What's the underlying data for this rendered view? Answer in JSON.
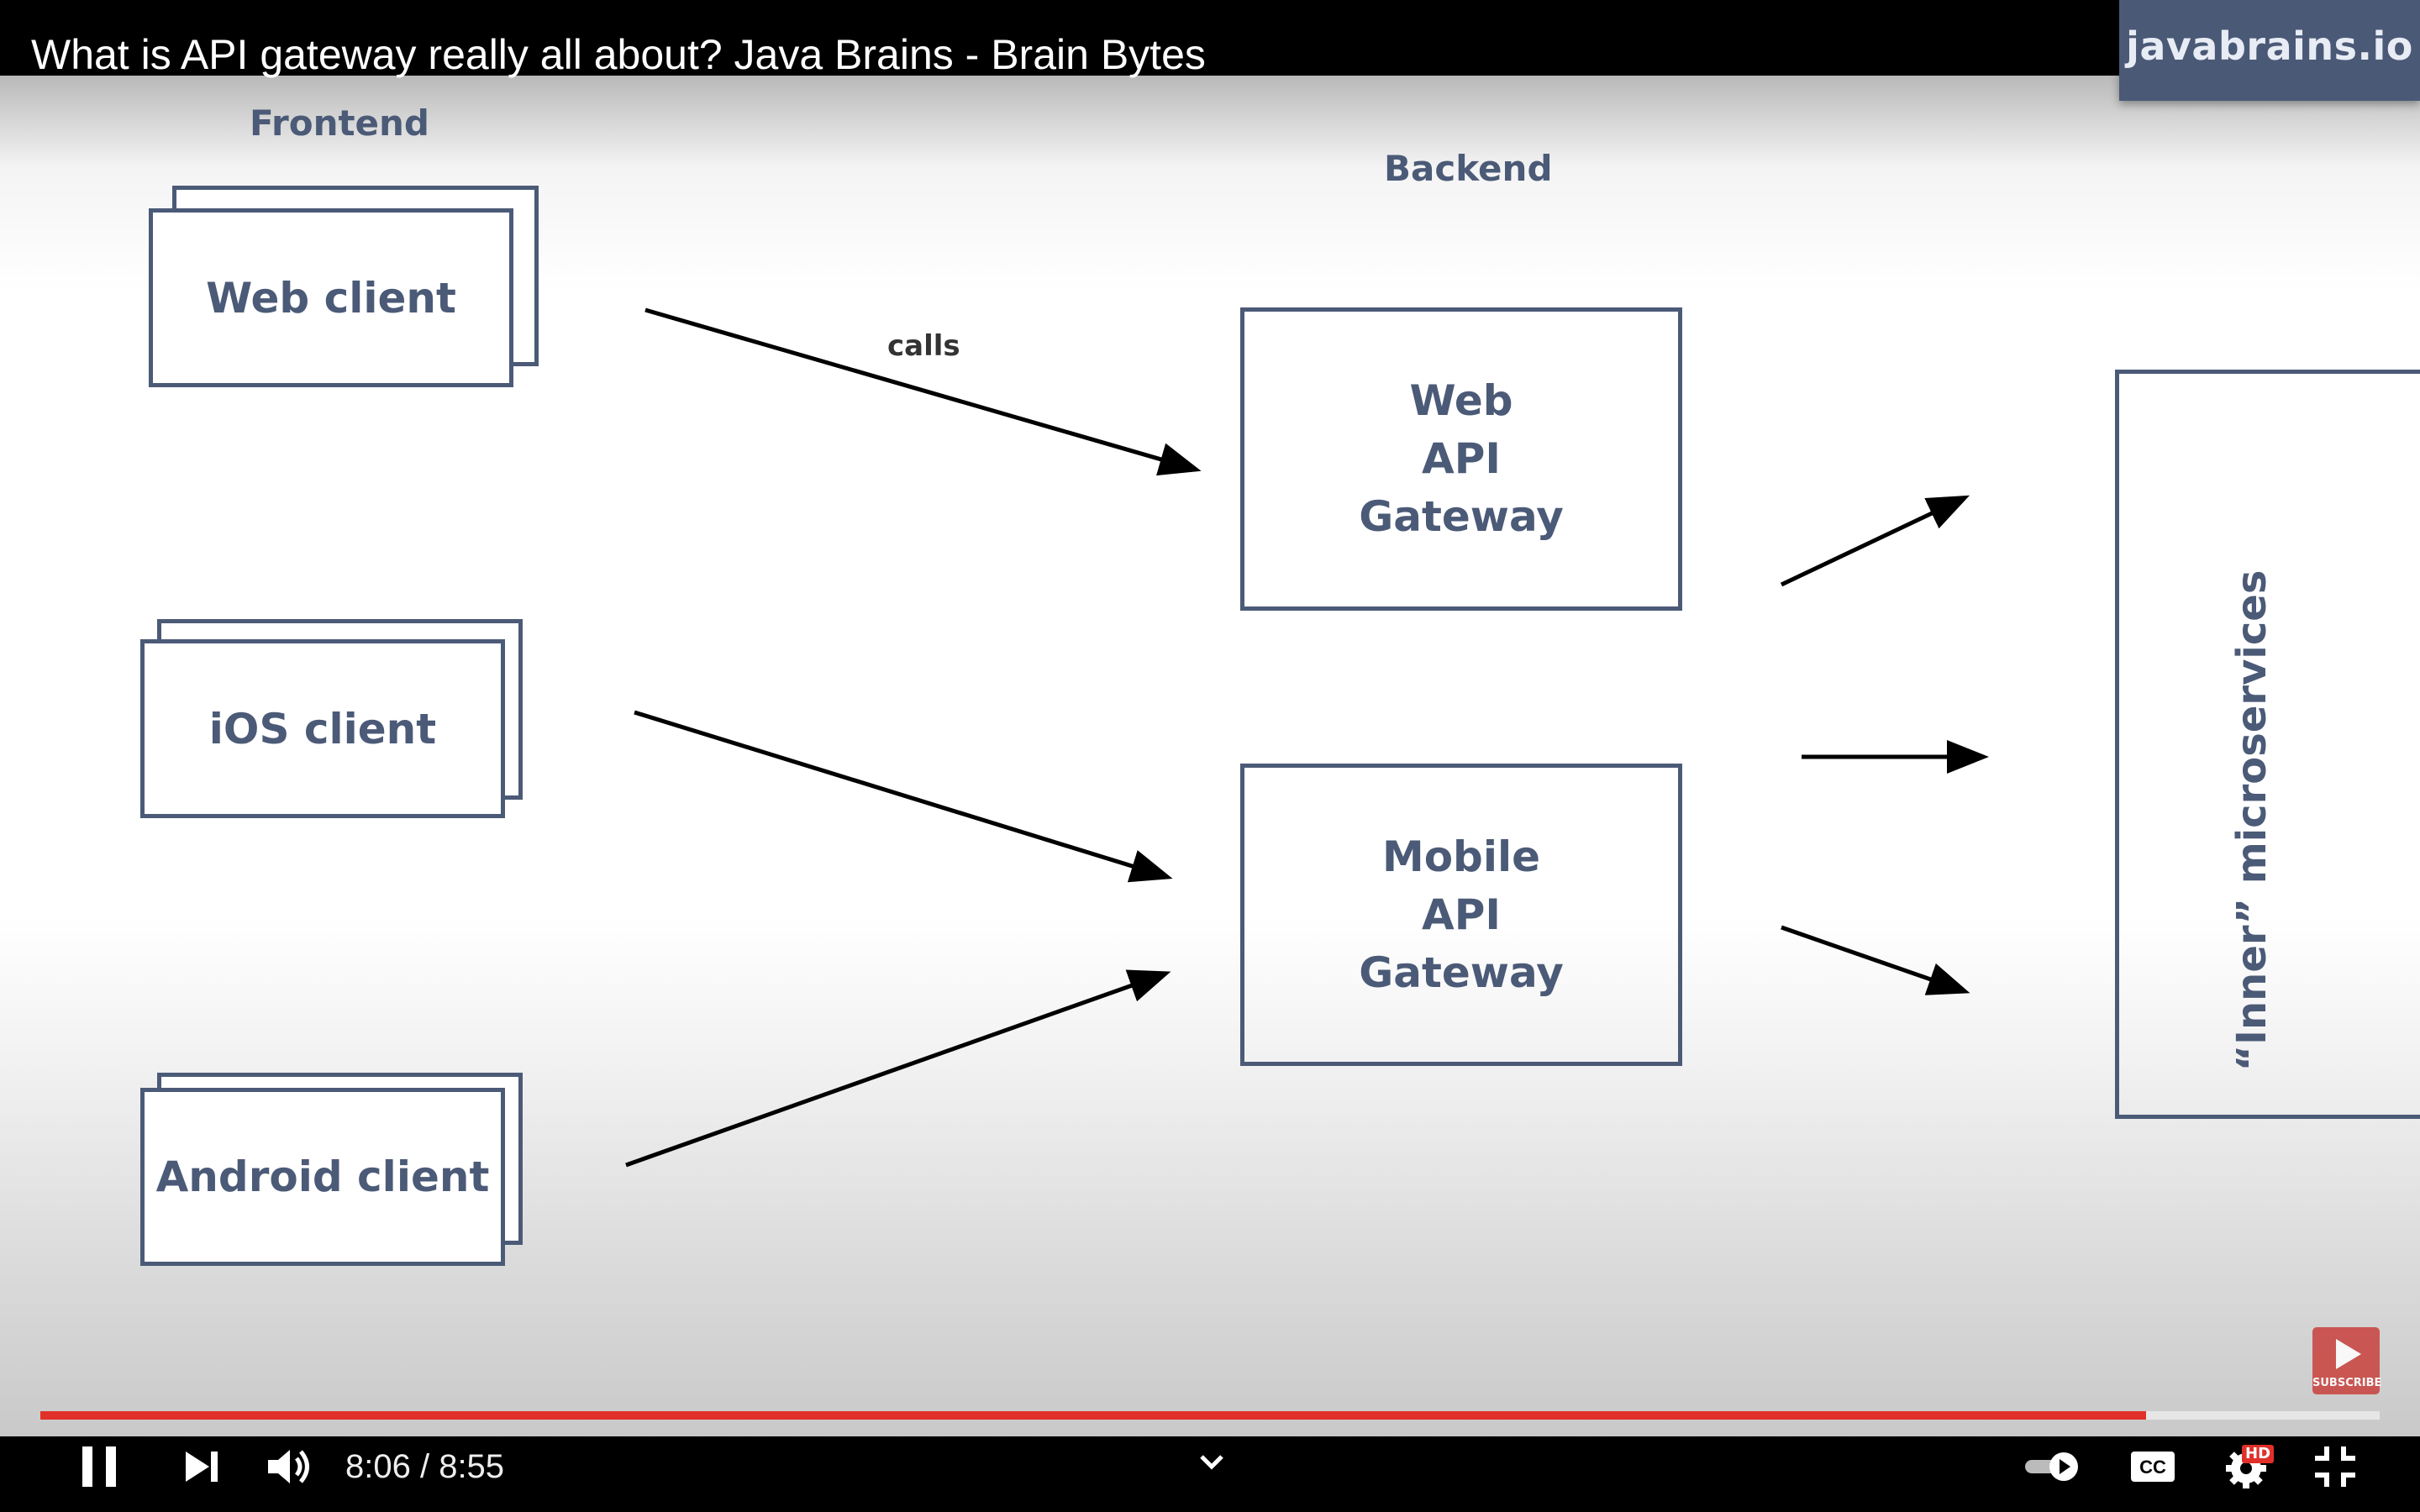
{
  "player": {
    "title": "What is API gateway really all about? Java Brains - Brain Bytes",
    "top_icons": [
      "watch-later-icon",
      "share-icon"
    ],
    "watermark": "javabrains.io",
    "progress": 0.9,
    "time": "8:06 / 8:55",
    "controls": [
      "pause-icon",
      "next-icon",
      "volume-icon",
      "chevron-down-icon",
      "autoplay-toggle-icon",
      "captions-icon",
      "settings-icon",
      "exit-fullscreen-icon"
    ],
    "hd_badge": "HD",
    "subscribe_label": "SUBSCRIBE",
    "accent_color": "#e1302a"
  },
  "diagram": {
    "frontend_label": "Frontend",
    "backend_label": "Backend",
    "calls_label": "calls",
    "clients": {
      "web": "Web client",
      "ios": "iOS client",
      "android": "Android client"
    },
    "gateways": {
      "web": [
        "Web",
        "API",
        "Gateway"
      ],
      "mobile": [
        "Mobile",
        "API",
        "Gateway"
      ]
    },
    "inner": "“Inner” microservices",
    "box_color": "#4b5a77"
  }
}
